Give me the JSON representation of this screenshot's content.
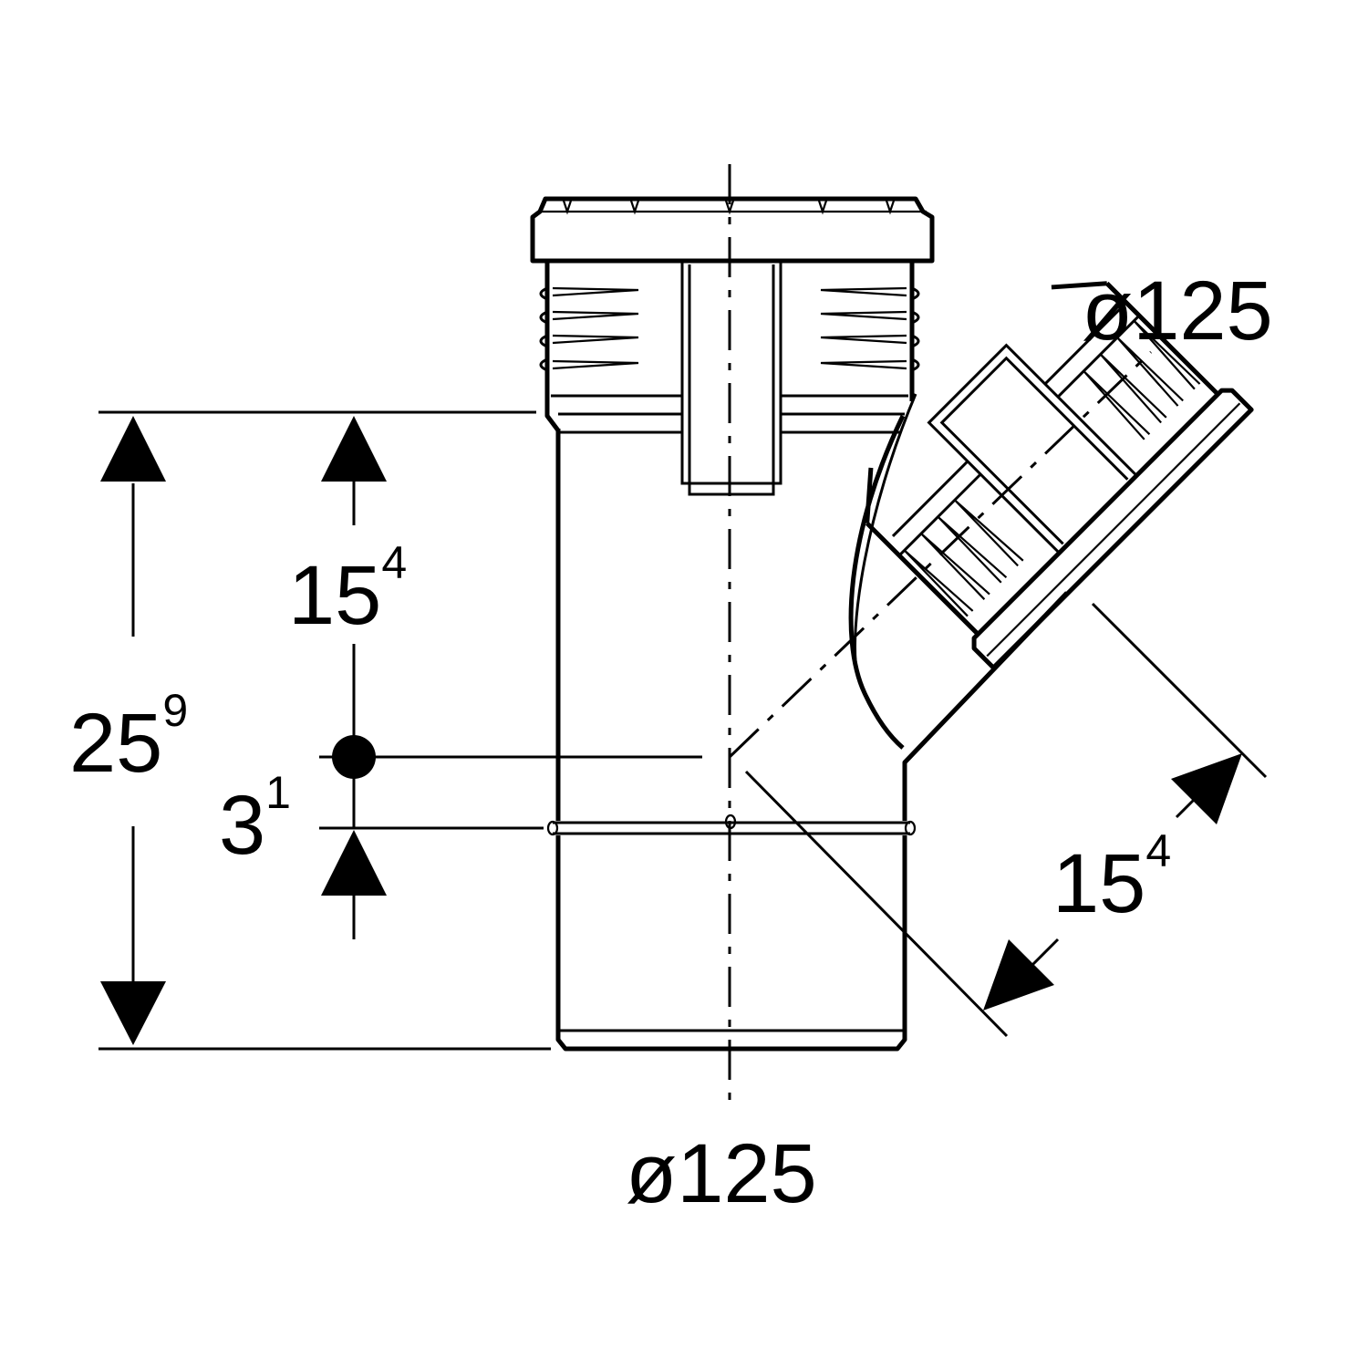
{
  "dimensions": {
    "total_height": {
      "main": "25",
      "sup": "9"
    },
    "branch_height": {
      "main": "15",
      "sup": "4"
    },
    "offset": {
      "main": "3",
      "sup": "1"
    },
    "branch_length": {
      "main": "15",
      "sup": "4"
    },
    "main_diameter": "ø125",
    "branch_diameter": "ø125"
  },
  "colors": {
    "ink": "#000000",
    "background": "#ffffff"
  }
}
